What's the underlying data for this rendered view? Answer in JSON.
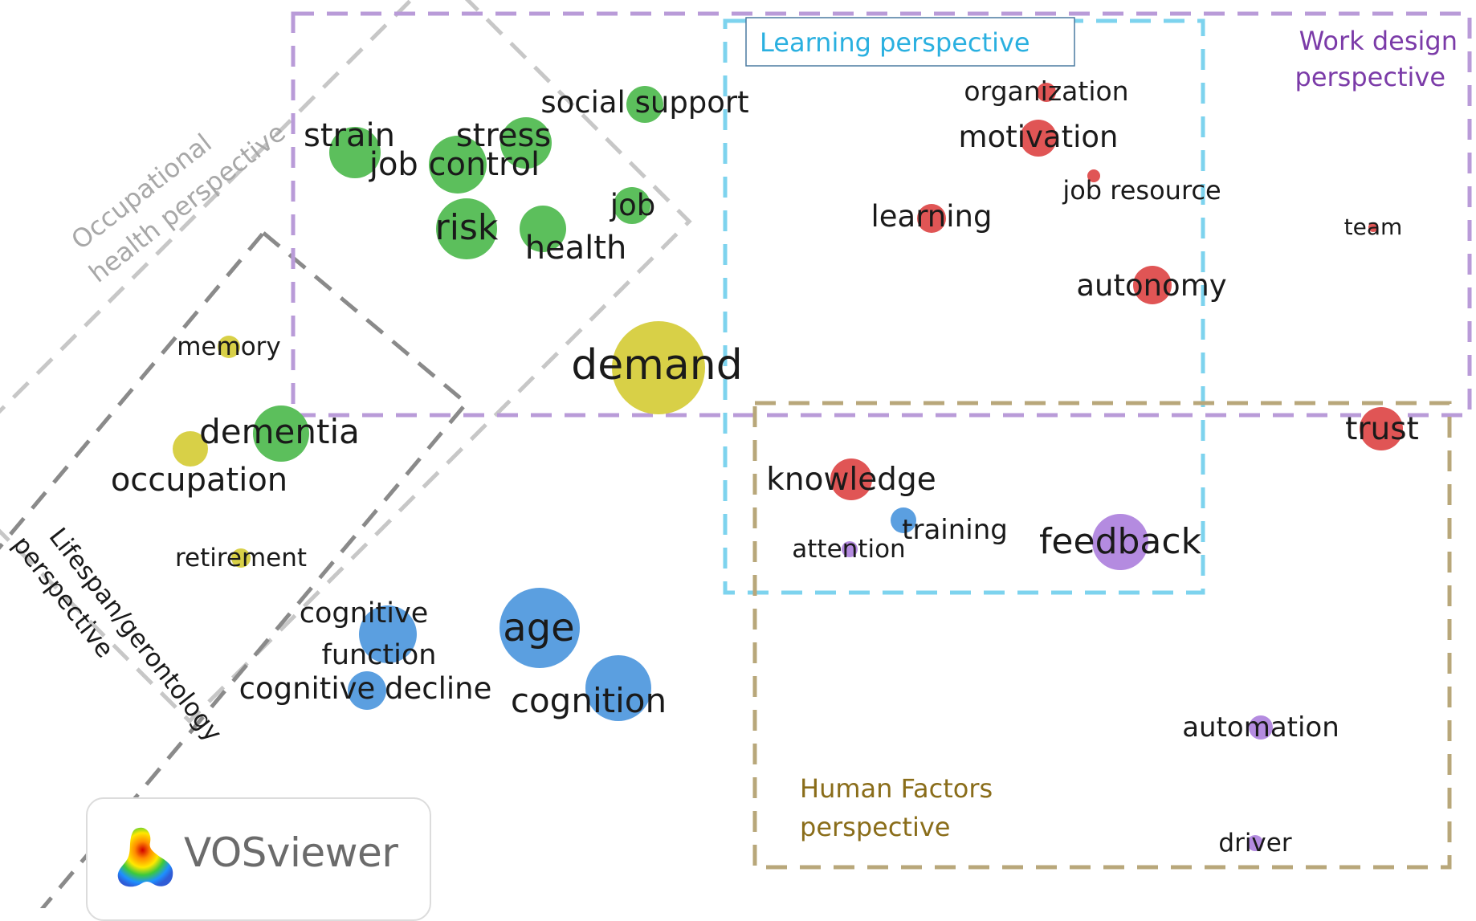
{
  "perspectives": {
    "learning": "Learning perspective",
    "work_design": [
      "Work design",
      "perspective"
    ],
    "occupational_health": [
      "Occupational",
      "health perspective"
    ],
    "lifespan": [
      "Lifespan/gerontology",
      "perspective"
    ],
    "human_factors": [
      "Human Factors",
      "perspective"
    ]
  },
  "terms": {
    "social_support": "social support",
    "strain": "strain",
    "stress": "stress",
    "job_control": "job control",
    "job": "job",
    "risk": "risk",
    "health": "health",
    "demand": "demand",
    "memory": "memory",
    "dementia": "dementia",
    "occupation": "occupation",
    "retirement": "retirement",
    "cognitive_function": [
      "cognitive",
      "function"
    ],
    "age": "age",
    "cognitive_decline": "cognitive decline",
    "cognition": "cognition",
    "organization": "organization",
    "motivation": "motivation",
    "job_resource": "job resource",
    "learning": "learning",
    "team": "team",
    "autonomy": "autonomy",
    "trust": "trust",
    "knowledge": "knowledge",
    "training": "training",
    "attention": "attention",
    "feedback": "feedback",
    "automation": "automation",
    "driver": "driver"
  },
  "logo": {
    "name": "VOSviewer"
  },
  "colors": {
    "green": "#5cbf5c",
    "yellow": "#d4cc45",
    "blue": "#5b9fe0",
    "red": "#e05555",
    "purple": "#b48be0",
    "learning_box": "#7dd3ee",
    "work_design_box": "#b99bd8",
    "human_factors_box": "#b8a77a",
    "occupational_box": "#c4c4c4",
    "lifespan_box": "#8a8a8a"
  }
}
